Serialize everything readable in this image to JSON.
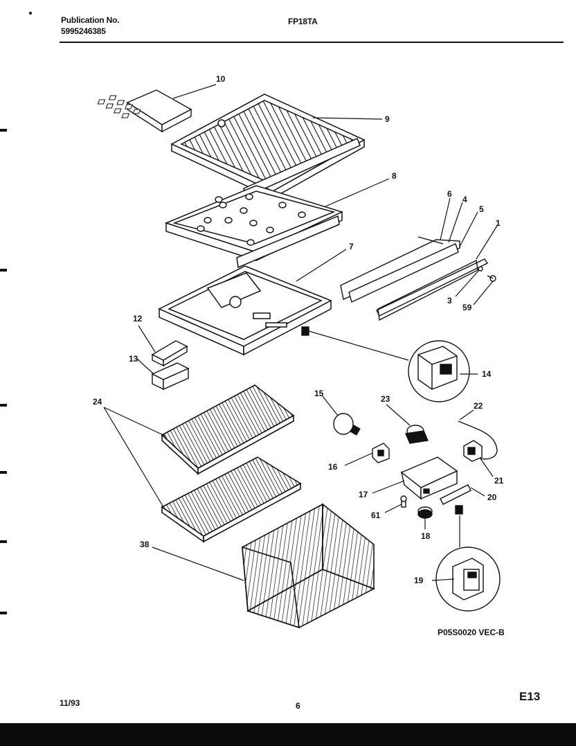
{
  "header": {
    "publication_label": "Publication No.",
    "publication_number": "5995246385",
    "model": "FP18TA"
  },
  "figure_reference": "P05S0020 VEC-B",
  "footer": {
    "date": "11/93",
    "page_number": "6",
    "section": "E13"
  },
  "callouts": {
    "c1": "1",
    "c3": "3",
    "c4": "4",
    "c5": "5",
    "c6": "6",
    "c7": "7",
    "c8": "8",
    "c9": "9",
    "c10": "10",
    "c12": "12",
    "c13": "13",
    "c14": "14",
    "c15": "15",
    "c16": "16",
    "c17": "17",
    "c18": "18",
    "c19": "19",
    "c20": "20",
    "c21": "21",
    "c22": "22",
    "c23": "23",
    "c24": "24",
    "c38": "38",
    "c59": "59",
    "c61": "61"
  }
}
